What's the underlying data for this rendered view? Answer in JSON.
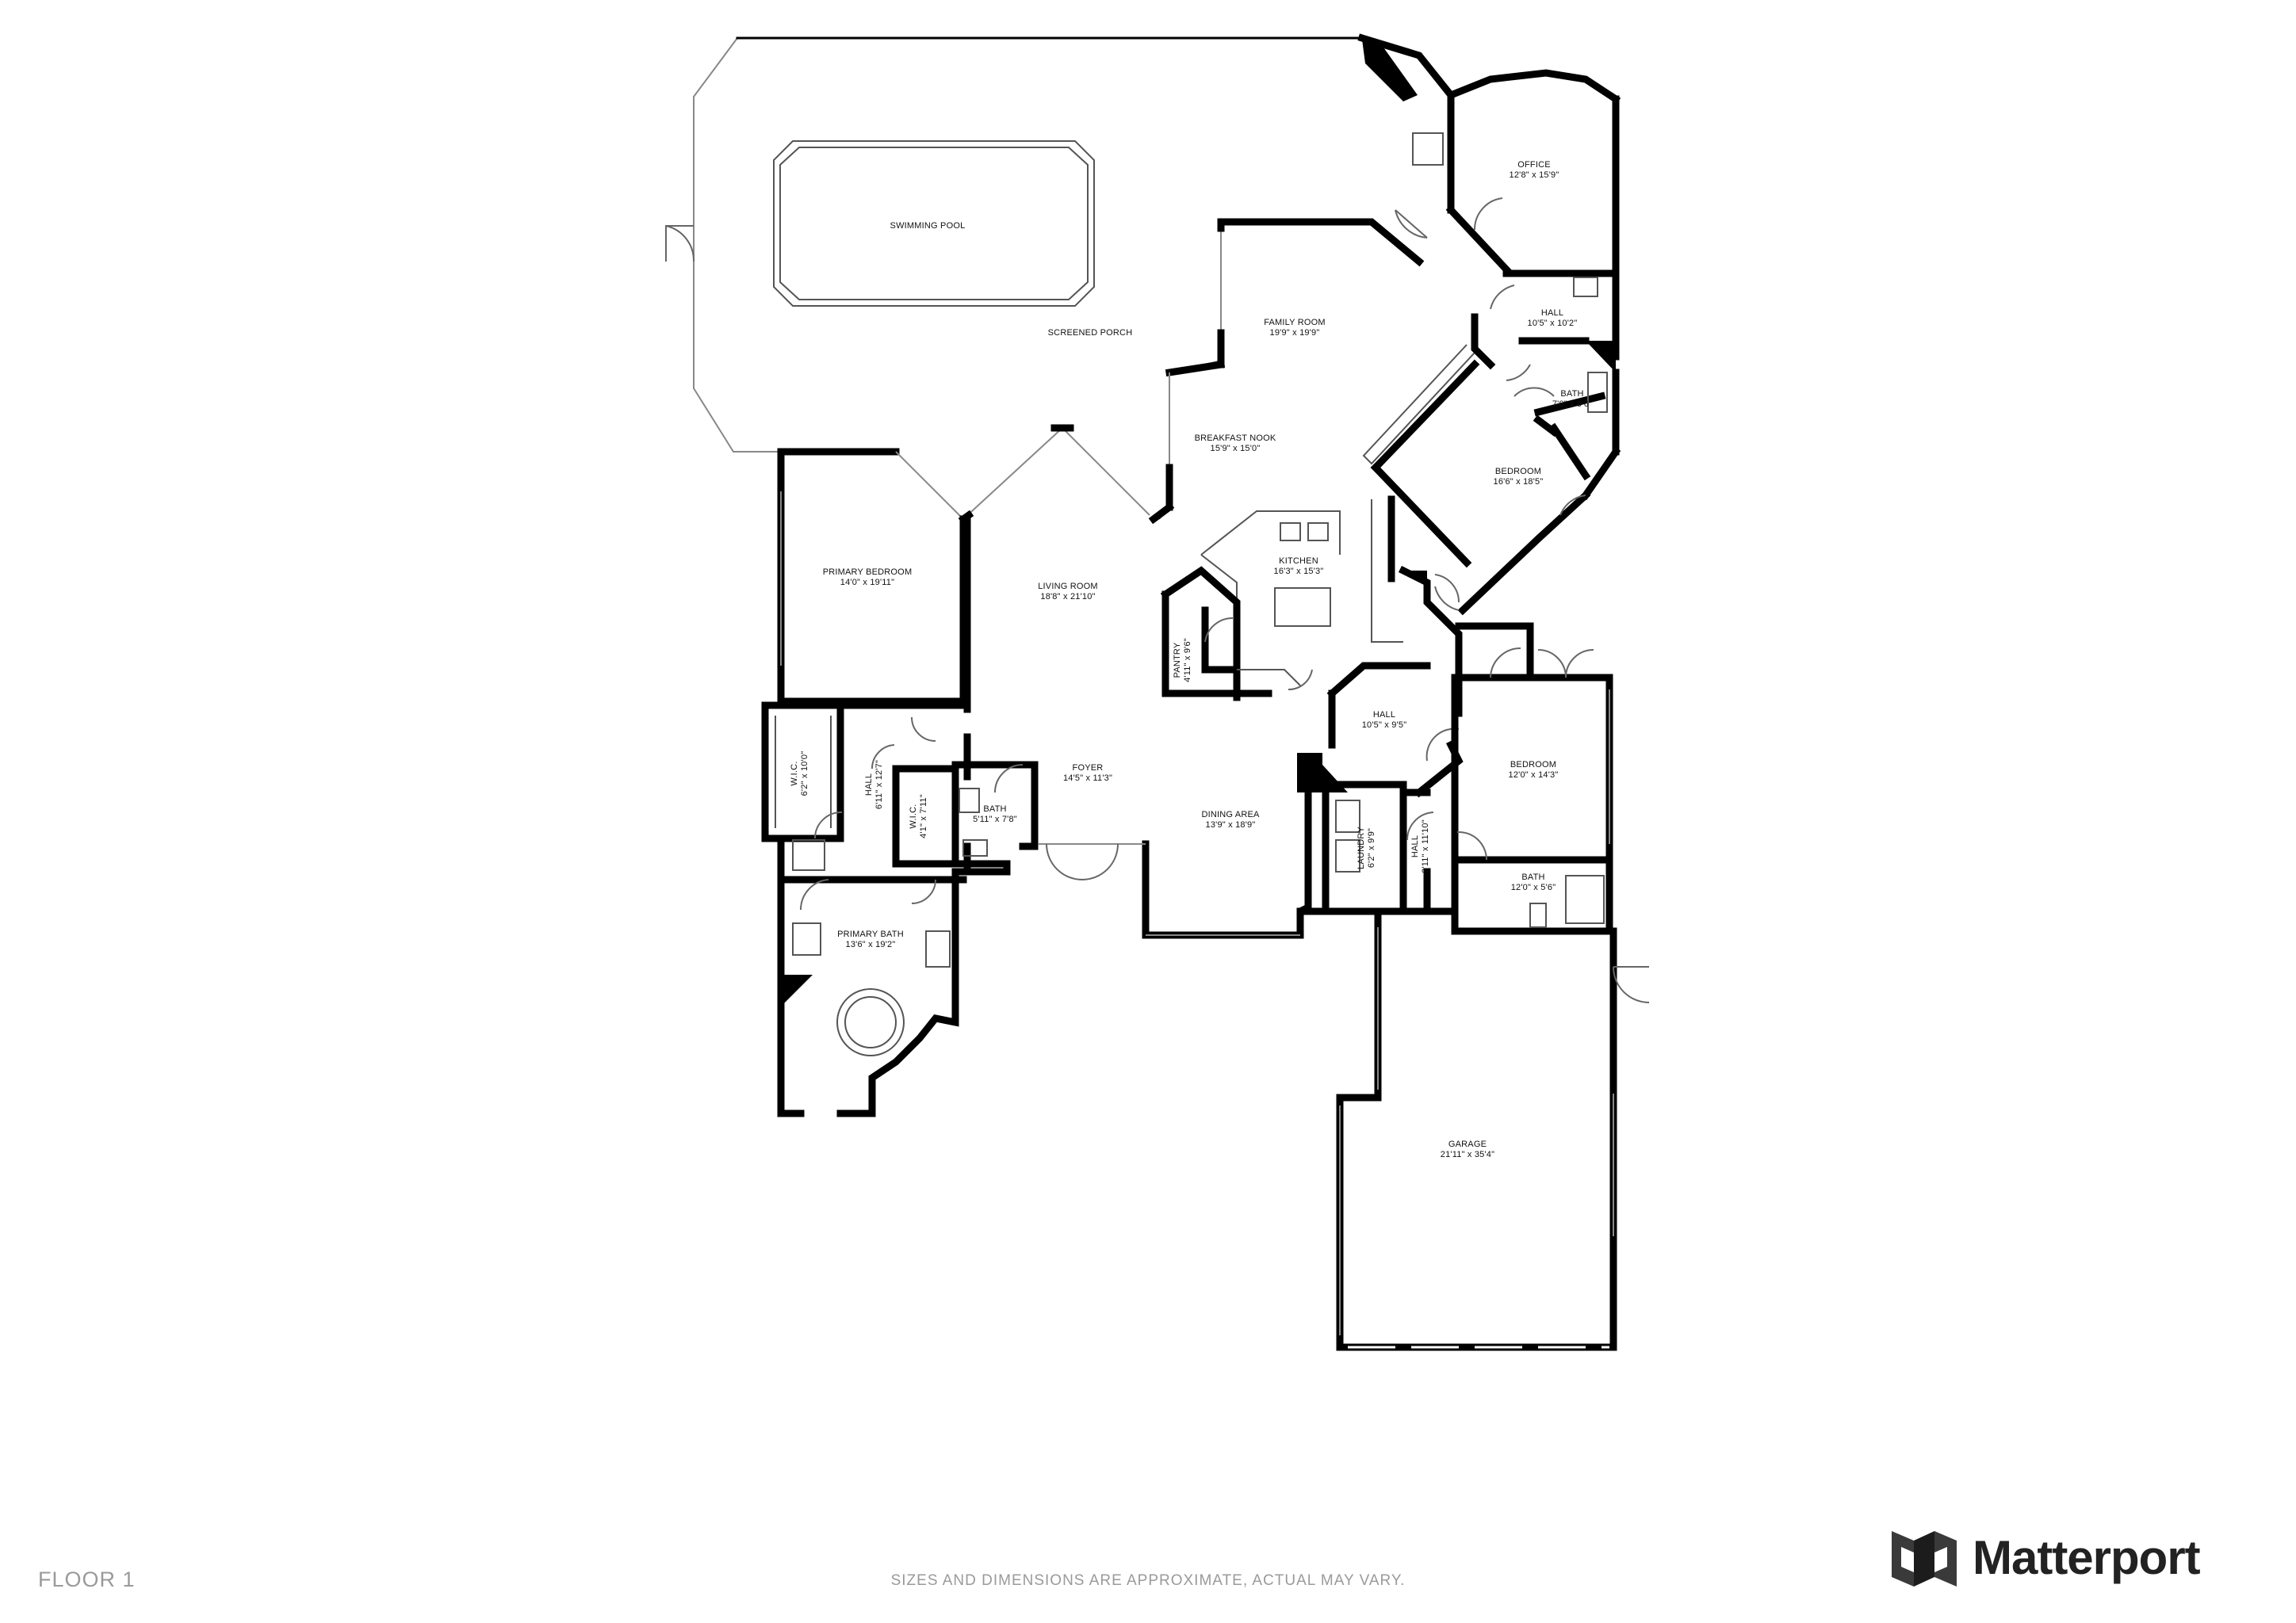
{
  "floor_label": "FLOOR 1",
  "disclaimer": "SIZES AND DIMENSIONS ARE APPROXIMATE, ACTUAL MAY VARY.",
  "brand": {
    "name": "Matterport",
    "icon": "matterport-logo-icon"
  },
  "colors": {
    "wall": "#000000",
    "background": "#ffffff",
    "caption": "#9a9a9a",
    "brand": "#222222"
  },
  "rooms": [
    {
      "id": "swimming-pool",
      "name": "SWIMMING POOL",
      "dims": ""
    },
    {
      "id": "screened-porch",
      "name": "SCREENED PORCH",
      "dims": ""
    },
    {
      "id": "office",
      "name": "OFFICE",
      "dims": "12'8\" x 15'9\""
    },
    {
      "id": "family-room",
      "name": "FAMILY ROOM",
      "dims": "19'9\" x 19'9\""
    },
    {
      "id": "hall-east",
      "name": "HALL",
      "dims": "10'5\" x 10'2\""
    },
    {
      "id": "bath-east",
      "name": "BATH",
      "dims": "7'0\" x 9'6\""
    },
    {
      "id": "breakfast-nook",
      "name": "BREAKFAST NOOK",
      "dims": "15'9\" x 15'0\""
    },
    {
      "id": "bedroom-east",
      "name": "BEDROOM",
      "dims": "16'6\" x 18'5\""
    },
    {
      "id": "primary-bedroom",
      "name": "PRIMARY BEDROOM",
      "dims": "14'0\" x 19'11\""
    },
    {
      "id": "living-room",
      "name": "LIVING ROOM",
      "dims": "18'8\" x 21'10\""
    },
    {
      "id": "kitchen",
      "name": "KITCHEN",
      "dims": "16'3\" x 15'3\""
    },
    {
      "id": "pantry",
      "name": "PANTRY",
      "dims": "4'11\" x 9'6\""
    },
    {
      "id": "hall-center",
      "name": "HALL",
      "dims": "10'5\" x 9'5\""
    },
    {
      "id": "wic-primary",
      "name": "W.I.C.",
      "dims": "6'2\" x 10'0\""
    },
    {
      "id": "hall-west",
      "name": "HALL",
      "dims": "6'11\" x 12'7\""
    },
    {
      "id": "wic-small",
      "name": "W.I.C.",
      "dims": "4'1\" x 7'11\""
    },
    {
      "id": "bath-west",
      "name": "BATH",
      "dims": "5'11\" x 7'8\""
    },
    {
      "id": "foyer",
      "name": "FOYER",
      "dims": "14'5\" x 11'3\""
    },
    {
      "id": "dining-area",
      "name": "DINING AREA",
      "dims": "13'9\" x 18'9\""
    },
    {
      "id": "laundry",
      "name": "LAUNDRY",
      "dims": "6'2\" x 9'9\""
    },
    {
      "id": "hall-laundry",
      "name": "HALL",
      "dims": "3'11\" x 11'10\""
    },
    {
      "id": "bedroom-se",
      "name": "BEDROOM",
      "dims": "12'0\" x 14'3\""
    },
    {
      "id": "bath-se",
      "name": "BATH",
      "dims": "12'0\" x 5'6\""
    },
    {
      "id": "primary-bath",
      "name": "PRIMARY BATH",
      "dims": "13'6\" x 19'2\""
    },
    {
      "id": "garage",
      "name": "GARAGE",
      "dims": "21'11\" x 35'4\""
    }
  ]
}
